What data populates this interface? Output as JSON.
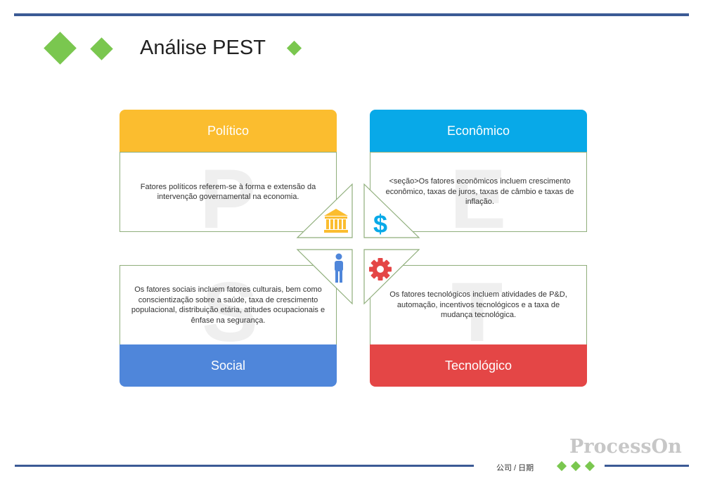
{
  "header": {
    "title": "Análise PEST"
  },
  "cards": {
    "political": {
      "title": "Político",
      "letter": "P",
      "text": "Fatores políticos referem-se à forma e extensão da intervenção governamental na economia.",
      "color": "#fbbd2f"
    },
    "economic": {
      "title": "Econômico",
      "letter": "E",
      "text": "<seção>Os fatores econômicos incluem crescimento econômico, taxas de juros, taxas de câmbio e taxas de inflação.",
      "color": "#08a9e8"
    },
    "social": {
      "title": "Social",
      "letter": "S",
      "text": "Os fatores sociais incluem fatores culturais, bem como conscientização sobre a saúde, taxa de crescimento populacional, distribuição etária, atitudes ocupacionais e ênfase na segurança.",
      "color": "#4f86da"
    },
    "technological": {
      "title": "Tecnológico",
      "letter": "T",
      "text": "Os fatores tecnológicos incluem atividades de P&D, automação, incentivos tecnológicos e a taxa de mudança tecnológica.",
      "color": "#e44646"
    }
  },
  "center_icons": {
    "political": "government-building-icon",
    "economic": "dollar-sign-icon",
    "social": "person-icon",
    "technological": "gear-icon"
  },
  "dollar_glyph": "$",
  "footer": {
    "company_date": "公司 / 日期",
    "brand": "ProcessOn"
  },
  "accent_color": "#7ac74f",
  "line_color": "#3b5a95"
}
